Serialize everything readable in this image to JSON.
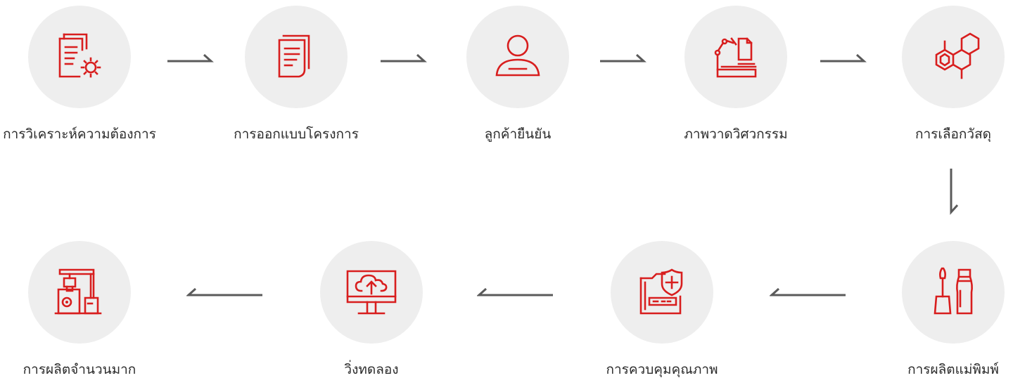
{
  "steps": [
    {
      "label": "การวิเคราะห์ความต้องการ",
      "icon": "document-gear-icon"
    },
    {
      "label": "การออกแบบโครงการ",
      "icon": "documents-icon"
    },
    {
      "label": "ลูกค้ายืนยัน",
      "icon": "customer-icon"
    },
    {
      "label": "ภาพวาดวิศวกรรม",
      "icon": "engineering-drawing-icon"
    },
    {
      "label": "การเลือกวัสดุ",
      "icon": "molecule-icon"
    },
    {
      "label": "การผลิตแม่พิมพ์",
      "icon": "cosmetic-bottles-icon"
    },
    {
      "label": "การควบคุมคุณภาพ",
      "icon": "folder-shield-icon"
    },
    {
      "label": "วิ่งทดลอง",
      "icon": "cloud-upload-monitor-icon"
    },
    {
      "label": "การผลิตจำนวนมาก",
      "icon": "production-machine-icon"
    }
  ],
  "colors": {
    "accent": "#d81e1e",
    "circle": "#eeeeee",
    "arrow": "#5a5a5a",
    "text": "#2b2b2b"
  }
}
